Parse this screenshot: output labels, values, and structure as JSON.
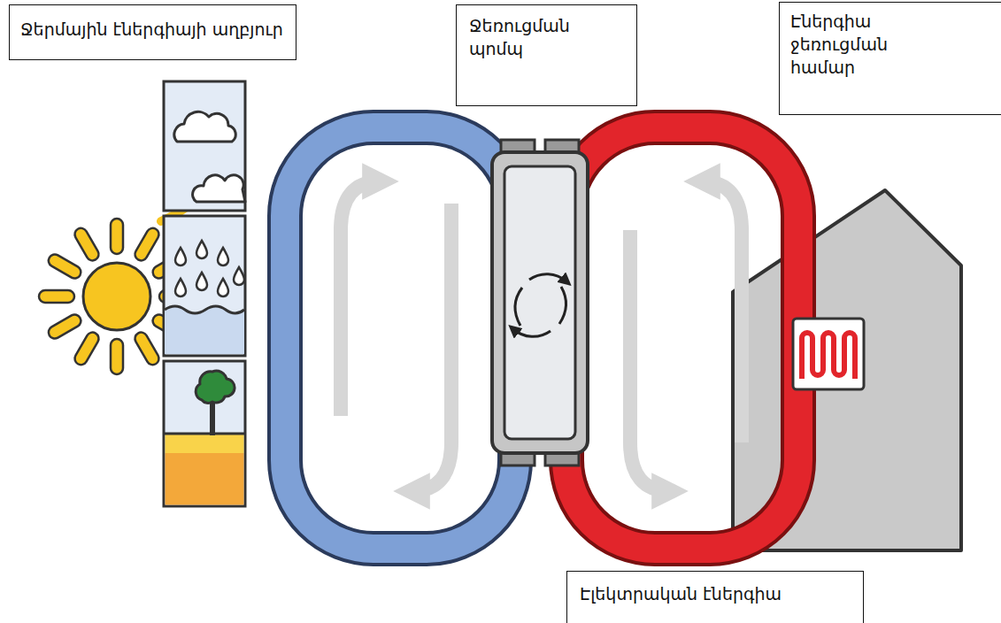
{
  "diagram": {
    "nodes": [
      {
        "text": [
          "Ջերմային էներգիայի աղբյուր"
        ]
      },
      {
        "text": [
          "Ջեռուցման պոմպ"
        ]
      },
      {
        "text": [
          "Էներգիա ջեռուցման համար"
        ]
      },
      {
        "text": [
          "Էլեկտրական էներգիա"
        ]
      }
    ]
  }
}
